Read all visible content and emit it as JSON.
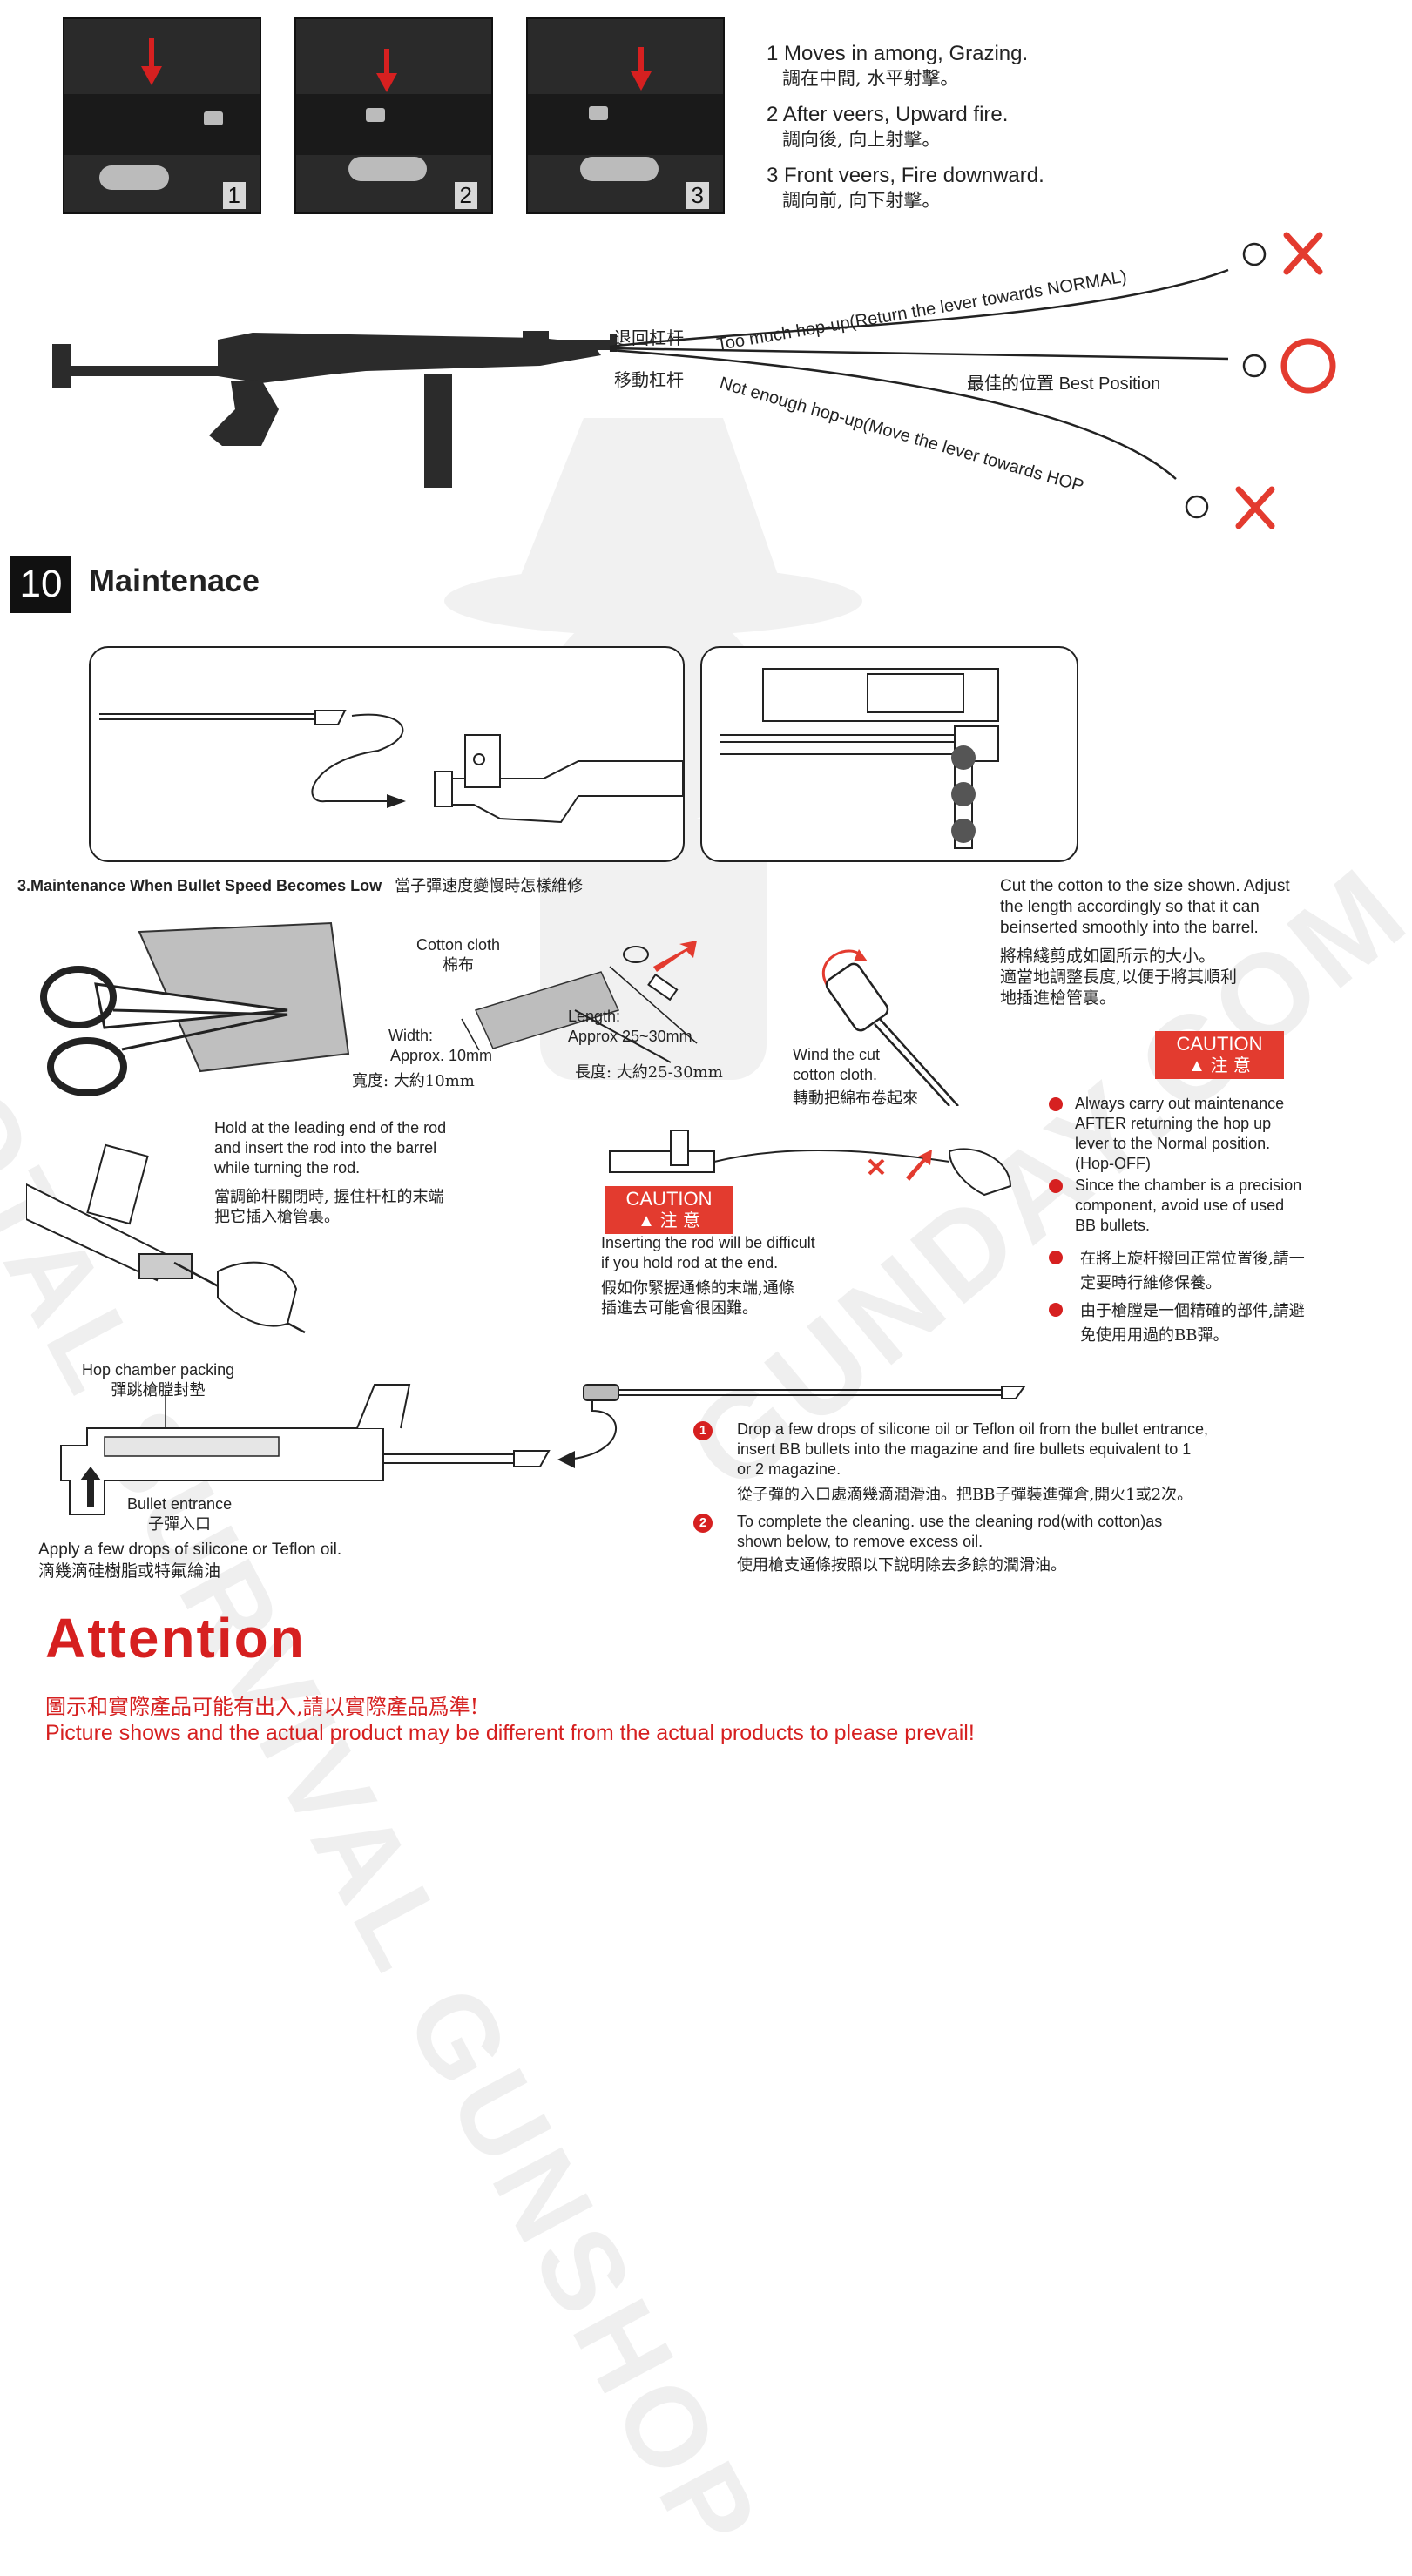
{
  "adjust_photos": [
    {
      "number": "1"
    },
    {
      "number": "2"
    },
    {
      "number": "3"
    }
  ],
  "adjust_steps": [
    {
      "en": "1 Moves in among, Grazing.",
      "zh": "調在中間, 水平射擊。"
    },
    {
      "en": "2 After veers, Upward fire.",
      "zh": "調向後, 向上射擊。"
    },
    {
      "en": "3 Front veers, Fire downward.",
      "zh": "調向前, 向下射擊。"
    }
  ],
  "trajectory": {
    "zh_return": "退回杠杆",
    "zh_move": "移動杠杆",
    "too_much": "Too much hop-up(Return the lever towards NORMAL)",
    "best_zh": "最佳的位置",
    "best_en": "Best Position",
    "not_enough": "Not enough hop-up(Move the lever towards HOP"
  },
  "section": {
    "number": "10",
    "title": "Maintenace"
  },
  "maintenance_low_speed": {
    "heading_en": "3.Maintenance When Bullet Speed Becomes  Low",
    "heading_zh": "當子彈速度變慢時怎樣維修",
    "cotton_cloth_en": "Cotton cloth",
    "cotton_cloth_zh": "棉布",
    "width_en_1": "Width:",
    "width_en_2": "Approx. 10mm",
    "width_zh": "寬度: 大約10mm",
    "length_en_1": "Length:",
    "length_en_2": "Approx 25~30mm",
    "length_zh": "長度: 大約25-30mm",
    "wind_en_1": "Wind the cut",
    "wind_en_2": "cotton cloth.",
    "wind_zh": "轉動把綿布卷起來",
    "cut_en_1": "Cut the cotton to the size shown. Adjust",
    "cut_en_2": "the length accordingly so that it can",
    "cut_en_3": "beinserted smoothly into the barrel.",
    "cut_zh_1": "將棉綫剪成如圖所示的大小。",
    "cut_zh_2": "適當地調整長度,以便于將其順利",
    "cut_zh_3": "地插進槍管裏。",
    "hold_en_1": "Hold at the leading end of the rod",
    "hold_en_2": "and insert the rod into the barrel",
    "hold_en_3": "while turning the rod.",
    "hold_zh_1": "當調節杆關閉時, 握住杆杠的末端",
    "hold_zh_2": "把它插入槍管裏。",
    "caution_en": "CAUTION",
    "caution_zh": "注 意",
    "inserting_en_1": "Inserting the rod will be difficult",
    "inserting_en_2": "if you hold rod at the end.",
    "inserting_zh_1": "假如你緊握通條的末端,通條",
    "inserting_zh_2": "插進去可能會很困難。",
    "caution_items": [
      {
        "l1": "Always carry out maintenance",
        "l2": "AFTER returning the hop up",
        "l3": "lever to the Normal position.",
        "l4": "(Hop-OFF)"
      },
      {
        "l1": "Since the chamber is a precision",
        "l2": "component, avoid use of used",
        "l3": "BB bullets."
      },
      {
        "l1": "在將上旋杆撥回正常位置後,請一",
        "l2": "定要時行維修保養。"
      },
      {
        "l1": "由于槍膛是一個精確的部件,請避",
        "l2": "免使用用過的BB彈。"
      }
    ]
  },
  "hop_chamber": {
    "label_en": "Hop chamber packing",
    "label_zh": "彈跳槍膛封墊",
    "entrance_en": "Bullet entrance",
    "entrance_zh": "子彈入口",
    "apply_en": "Apply a few drops of silicone or Teflon oil.",
    "apply_zh": "滴幾滴硅樹脂或特氟綸油"
  },
  "numbered_steps": [
    {
      "num": "1",
      "l1": "Drop a few drops of silicone oil or Teflon oil from the bullet entrance,",
      "l2": "insert BB bullets into the magazine and fire bullets equivalent to 1",
      "l3": "or 2 magazine.",
      "zh": "從子彈的入口處滴幾滴潤滑油。把BB子彈裝進彈倉,開火1或2次。"
    },
    {
      "num": "2",
      "l1": "To complete the cleaning. use the cleaning rod(with cotton)as",
      "l2": "shown below, to remove excess oil.",
      "zh": "使用槍支通條按照以下說明除去多餘的潤滑油。"
    }
  ],
  "attention": {
    "title": "Attention",
    "zh": "圖示和實際產品可能有出入,請以實際產品爲準!",
    "en": "Picture shows and the actual product may be different from the actual products to please prevail!"
  },
  "watermark": {
    "left": "TOTAL SURVIVAL GUNSHOP",
    "right": "GUNDAY.COM"
  },
  "colors": {
    "accent": "#d62020",
    "caution_bg": "#e33b2f",
    "ink": "#222222"
  }
}
